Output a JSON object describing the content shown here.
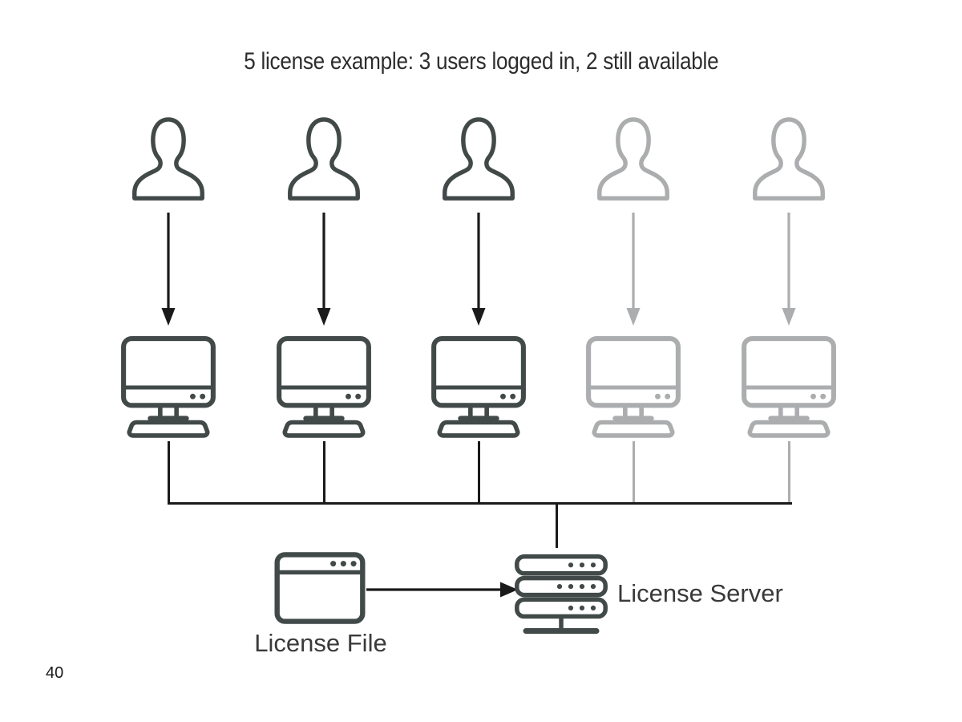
{
  "diagram": {
    "title": "5 license example: 3 users logged in, 2 still available",
    "license_total": 5,
    "users_logged_in": 3,
    "licenses_available": 2,
    "columns": [
      {
        "status": "logged-in"
      },
      {
        "status": "logged-in"
      },
      {
        "status": "logged-in"
      },
      {
        "status": "available"
      },
      {
        "status": "available"
      }
    ],
    "license_file_label": "License File",
    "license_server_label": "License Server",
    "page_number_fragment": "40",
    "colors": {
      "active_icon": "#414a48",
      "available_icon": "#abadae",
      "active_line": "#1a1a1a",
      "available_line": "#abadae",
      "title_text": "#2d2d2d",
      "label_text": "#3a3a3a",
      "background": "#ffffff"
    }
  }
}
